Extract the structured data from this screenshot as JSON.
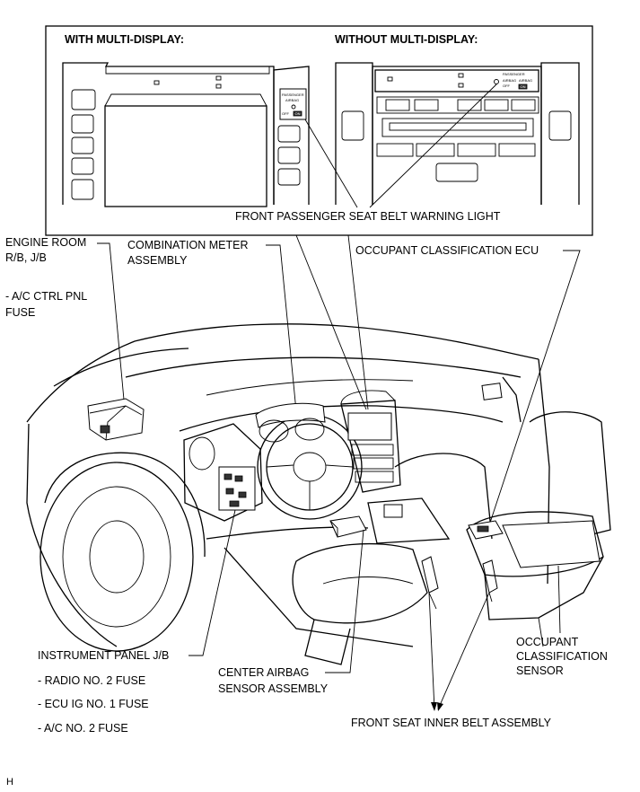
{
  "inset": {
    "heading_with": "WITH MULTI-DISPLAY:",
    "heading_without": "WITHOUT MULTI-DISPLAY:",
    "panel_text": {
      "passenger": "PASSENGER",
      "airbag": "AIRBAG",
      "off": "OFF",
      "on": "ON"
    }
  },
  "labels": {
    "warning_light": "FRONT PASSENGER SEAT BELT WARNING LIGHT",
    "engine_room_1": "ENGINE ROOM",
    "engine_room_2": "R/B, J/B",
    "ac_ctrl_1": "- A/C CTRL PNL",
    "ac_ctrl_2": "FUSE",
    "combo_meter_1": "COMBINATION METER",
    "combo_meter_2": "ASSEMBLY",
    "occ_ecu": "OCCUPANT CLASSIFICATION ECU",
    "ip_jb": "INSTRUMENT PANEL J/B",
    "radio_fuse": "- RADIO NO. 2 FUSE",
    "ecu_fuse": "- ECU IG NO. 1 FUSE",
    "ac_fuse": "- A/C NO. 2 FUSE",
    "center_airbag_1": "CENTER AIRBAG",
    "center_airbag_2": "SENSOR ASSEMBLY",
    "occ_sensor_1": "OCCUPANT",
    "occ_sensor_2": "CLASSIFICATION",
    "occ_sensor_3": "SENSOR",
    "inner_belt": "FRONT SEAT INNER BELT ASSEMBLY",
    "corner": "H"
  }
}
